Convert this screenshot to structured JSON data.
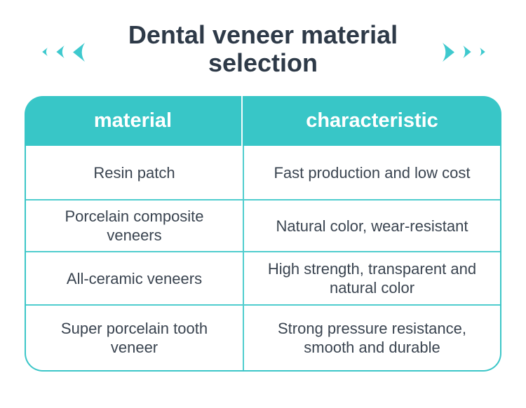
{
  "title": "Dental veneer material selection",
  "decor": {
    "left_arrows_icon": "triple-left-arrows",
    "right_arrows_icon": "triple-right-arrows",
    "arrow_color": "#3ec9ce"
  },
  "colors": {
    "header_teal": "#38c6c7",
    "grid_teal": "#4fcdce",
    "title_text": "#2e3a48",
    "body_text": "#3a4450",
    "header_text": "#ffffff",
    "background": "#ffffff"
  },
  "chart_data": {
    "type": "table",
    "title": "Dental veneer material selection",
    "columns": [
      "material",
      "characteristic"
    ],
    "rows": [
      [
        "Resin patch",
        "Fast production and low cost"
      ],
      [
        "Porcelain composite veneers",
        "Natural color, wear-resistant"
      ],
      [
        "All-ceramic veneers",
        "High strength, transparent and natural color"
      ],
      [
        "Super porcelain tooth veneer",
        "Strong pressure resistance, smooth and durable"
      ]
    ]
  }
}
